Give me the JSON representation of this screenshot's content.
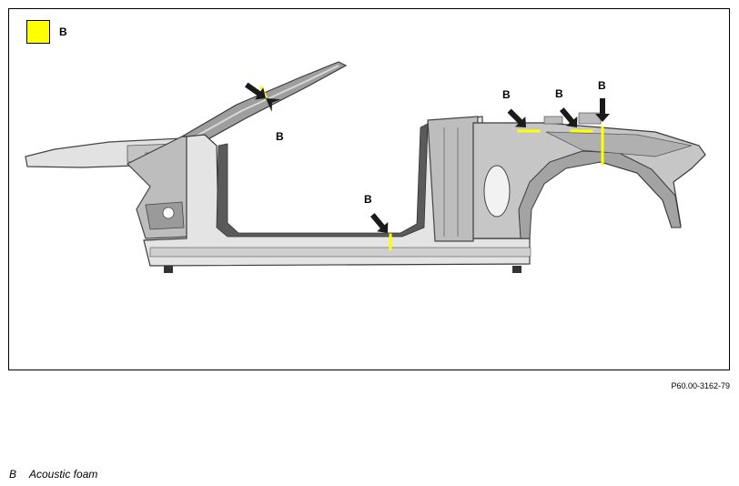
{
  "legend": {
    "label": "B",
    "color": "#ffff00"
  },
  "callouts": [
    "B",
    "B",
    "B",
    "B",
    "B"
  ],
  "figure_code": "P60.00-3162-79",
  "caption": {
    "key": "B",
    "text": "Acoustic foam"
  },
  "colors": {
    "body_light": "#e6e6e6",
    "body_mid": "#c8c8c8",
    "body_dark": "#8a8a8a",
    "outline": "#3a3a3a",
    "foam": "#ffff00"
  }
}
